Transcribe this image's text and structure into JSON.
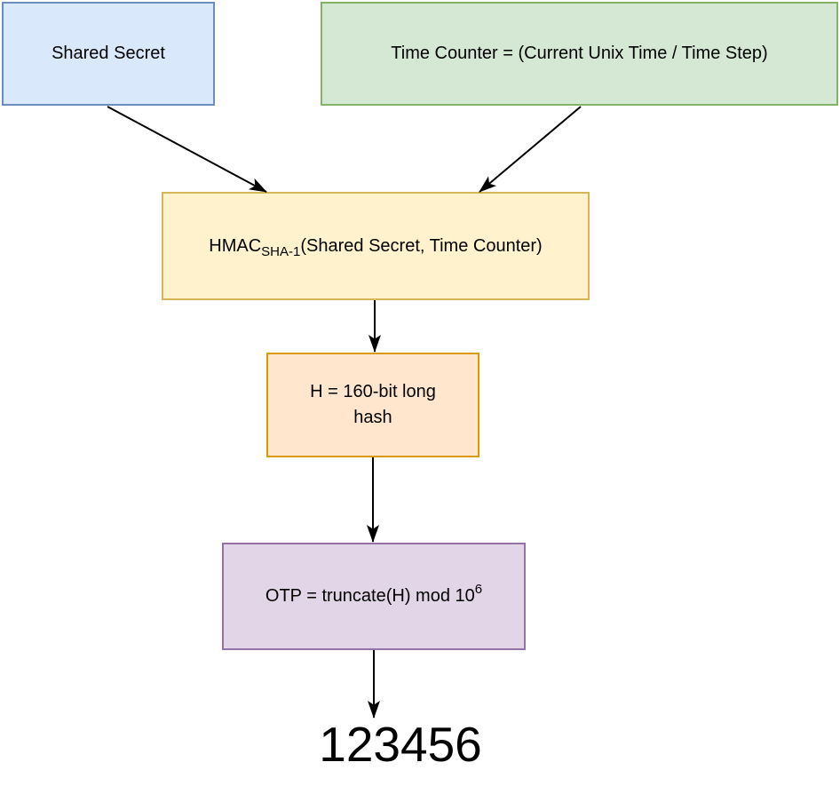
{
  "diagram": {
    "nodes": {
      "shared_secret": {
        "label": "Shared Secret",
        "fill": "#dae8fc",
        "border": "#6c8ebf"
      },
      "time_counter": {
        "label": "Time Counter = (Current Unix Time / Time Step)",
        "fill": "#d5e8d4",
        "border": "#82b366"
      },
      "hmac": {
        "prefix": "HMAC",
        "subscript": "SHA-1",
        "suffix": "(Shared Secret, Time Counter)",
        "fill": "#fff2cc",
        "border": "#d6b656"
      },
      "hash": {
        "line1": "H = 160-bit long",
        "line2": "hash",
        "fill": "#ffe6cc",
        "border": "#d79b00"
      },
      "otp": {
        "main": "OTP = truncate(H) mod 10",
        "superscript": "6",
        "fill": "#e1d5e7",
        "border": "#9673a6"
      },
      "output": {
        "label": "123456"
      }
    },
    "edges": [
      {
        "from": "shared_secret",
        "to": "hmac"
      },
      {
        "from": "time_counter",
        "to": "hmac"
      },
      {
        "from": "hmac",
        "to": "hash"
      },
      {
        "from": "hash",
        "to": "otp"
      },
      {
        "from": "otp",
        "to": "output"
      }
    ],
    "arrow_color": "#000000",
    "text_color": "#000000"
  }
}
